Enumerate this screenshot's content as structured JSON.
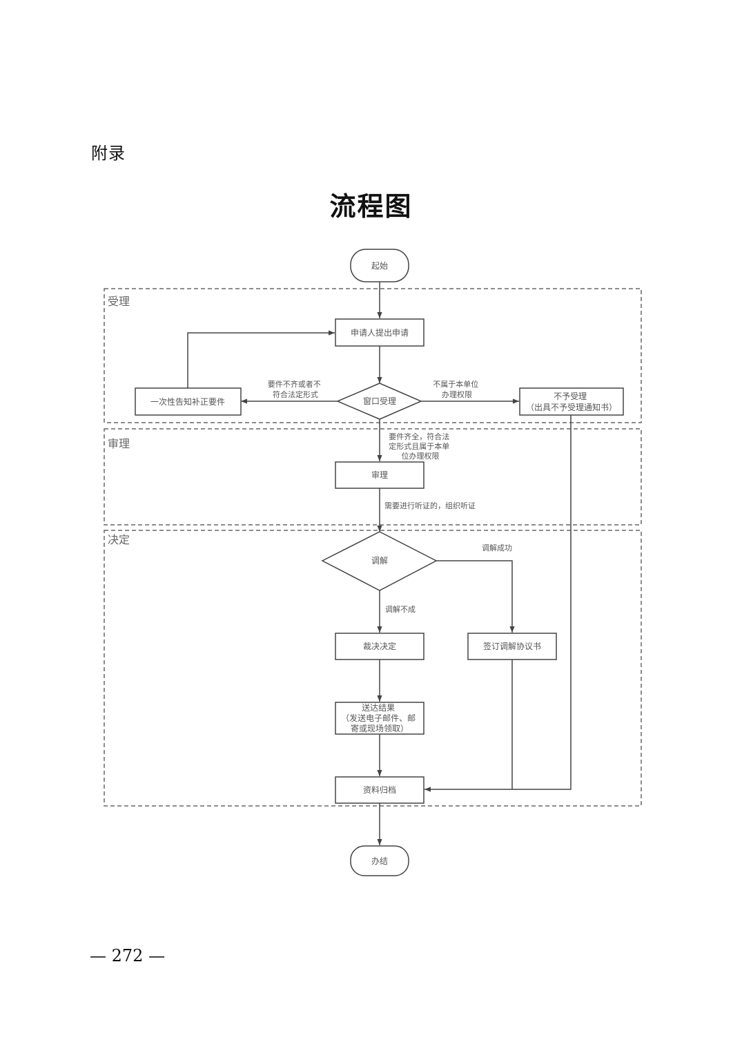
{
  "document": {
    "appendix_label": "附录",
    "title": "流程图",
    "page_number": "— 272 —"
  },
  "colors": {
    "line": "#444444",
    "lane_border": "#666666",
    "text": "#555555"
  },
  "lanes": [
    {
      "id": "accept",
      "label": "受理"
    },
    {
      "id": "review",
      "label": "审理"
    },
    {
      "id": "decide",
      "label": "决定"
    }
  ],
  "nodes": {
    "start": {
      "shape": "terminal",
      "lines": [
        "起始"
      ]
    },
    "apply": {
      "shape": "process",
      "lines": [
        "申请人提出申请"
      ]
    },
    "window": {
      "shape": "decision",
      "lines": [
        "窗口受理"
      ]
    },
    "notify": {
      "shape": "process",
      "lines": [
        "一次性告知补正要件"
      ]
    },
    "reject": {
      "shape": "process",
      "lines": [
        "不予受理",
        "（出具不予受理通知书）"
      ]
    },
    "review": {
      "shape": "process",
      "lines": [
        "审理"
      ]
    },
    "mediate": {
      "shape": "decision",
      "lines": [
        "调解"
      ]
    },
    "ruling": {
      "shape": "process",
      "lines": [
        "裁决决定"
      ]
    },
    "agreement": {
      "shape": "process",
      "lines": [
        "签订调解协议书"
      ]
    },
    "deliver": {
      "shape": "process",
      "lines": [
        "送达结果",
        "（发送电子邮件、邮",
        "寄或现场领取）"
      ]
    },
    "archive": {
      "shape": "process",
      "lines": [
        "资料归档"
      ]
    },
    "end": {
      "shape": "terminal",
      "lines": [
        "办结"
      ]
    }
  },
  "edges": [
    {
      "from": "start",
      "to": "apply",
      "label": []
    },
    {
      "from": "apply",
      "to": "window",
      "label": []
    },
    {
      "from": "window",
      "to": "notify",
      "label": [
        "要件不齐或者不",
        "符合法定形式"
      ]
    },
    {
      "from": "notify",
      "to": "apply",
      "label": []
    },
    {
      "from": "window",
      "to": "reject",
      "label": [
        "不属于本单位",
        "办理权限"
      ]
    },
    {
      "from": "window",
      "to": "review",
      "label": [
        "要件齐全，符合法",
        "定形式且属于本单",
        "位办理权限"
      ]
    },
    {
      "from": "review",
      "to": "mediate",
      "label": [
        "需要进行听证的，组织听证"
      ]
    },
    {
      "from": "mediate",
      "to": "agreement",
      "label": [
        "调解成功"
      ]
    },
    {
      "from": "mediate",
      "to": "ruling",
      "label": [
        "调解不成"
      ]
    },
    {
      "from": "ruling",
      "to": "deliver",
      "label": []
    },
    {
      "from": "deliver",
      "to": "archive",
      "label": []
    },
    {
      "from": "agreement",
      "to": "archive",
      "label": []
    },
    {
      "from": "reject",
      "to": "archive",
      "label": []
    },
    {
      "from": "archive",
      "to": "end",
      "label": []
    }
  ]
}
